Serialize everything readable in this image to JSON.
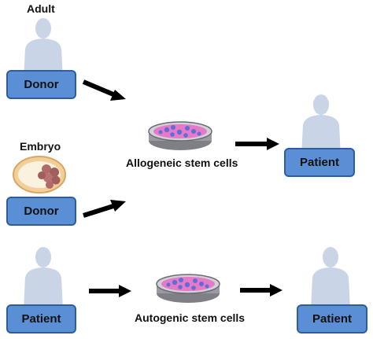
{
  "labels": {
    "adult": "Adult",
    "embryo": "Embryo",
    "allogeneic": "Allogeneic stem cells",
    "autogenic": "Autogenic stem cells"
  },
  "boxes": {
    "donor_adult": "Donor",
    "donor_embryo": "Donor",
    "patient_allogeneic": "Patient",
    "patient_autogenic_source": "Patient",
    "patient_autogenic_target": "Patient"
  },
  "colors": {
    "box_fill": "#5a8fd6",
    "box_border": "#2f5d9c",
    "silhouette": "#c9d5e6",
    "arrow": "#000000",
    "dish_cells_pink": "#e879c8",
    "dish_cells_blue": "#5b6fd6",
    "embryo_outer": "#f2cf96",
    "embryo_inner": "#b06a6a"
  },
  "icons": [
    "human-silhouette-icon",
    "petri-dish-icon",
    "embryo-icon",
    "arrow-icon"
  ]
}
